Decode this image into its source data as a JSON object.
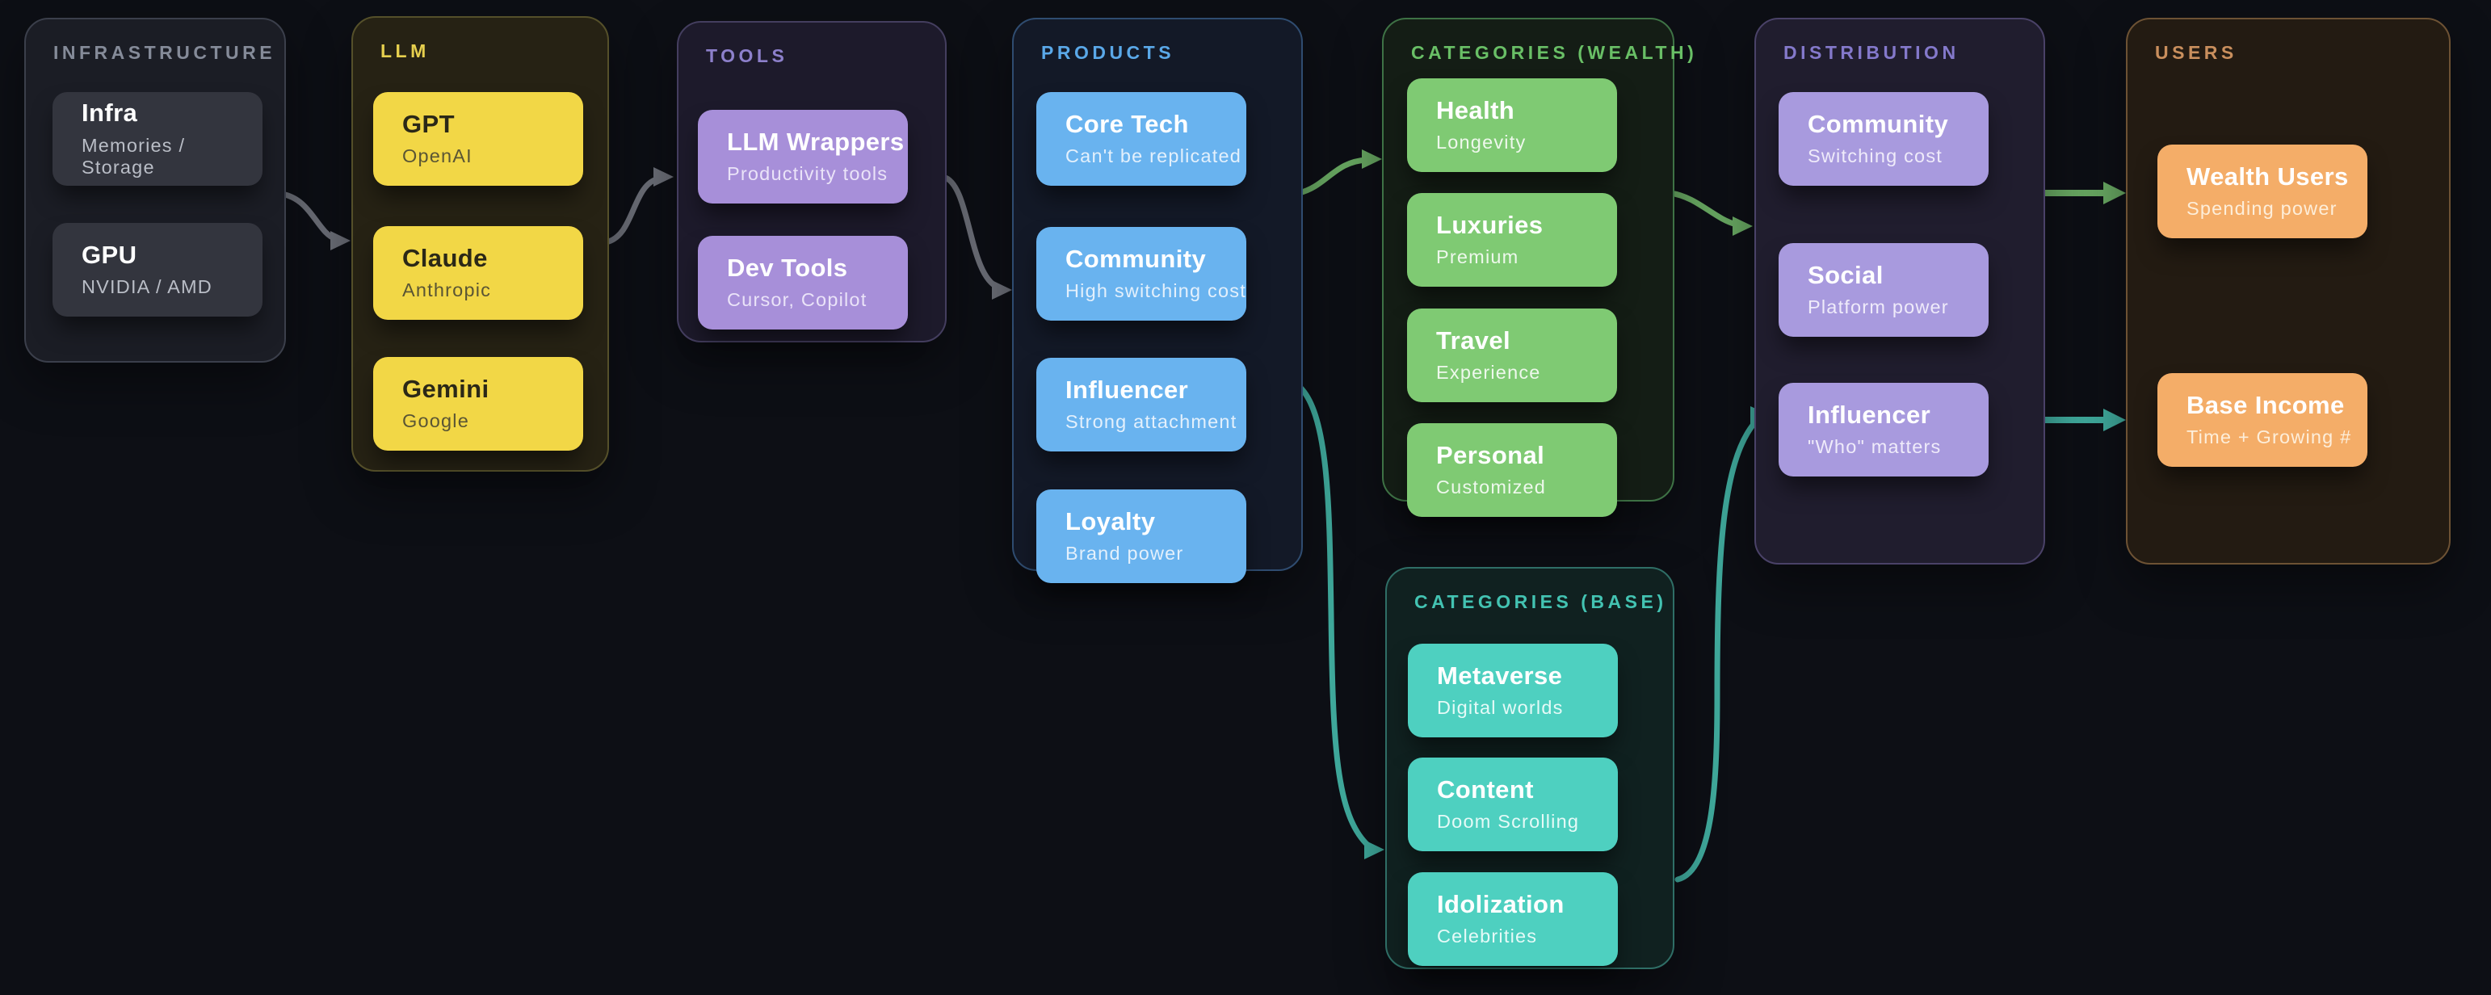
{
  "canvas": {
    "background": "#0d0f15"
  },
  "columns": [
    {
      "id": "infrastructure",
      "header": "INFRASTRUCTURE",
      "accent": "#858b99",
      "card_bg": "#33353e",
      "cards": [
        {
          "title": "Infra",
          "subtitle": "Memories / Storage"
        },
        {
          "title": "GPU",
          "subtitle": "NVIDIA / AMD"
        }
      ]
    },
    {
      "id": "llm",
      "header": "LLM",
      "accent": "#e6cf4e",
      "card_bg": "#f2d746",
      "cards": [
        {
          "title": "GPT",
          "subtitle": "OpenAI"
        },
        {
          "title": "Claude",
          "subtitle": "Anthropic"
        },
        {
          "title": "Gemini",
          "subtitle": "Google"
        }
      ]
    },
    {
      "id": "tools",
      "header": "TOOLS",
      "accent": "#8d80cb",
      "card_bg": "#a78fd9",
      "cards": [
        {
          "title": "LLM Wrappers",
          "subtitle": "Productivity tools"
        },
        {
          "title": "Dev Tools",
          "subtitle": "Cursor, Copilot"
        }
      ]
    },
    {
      "id": "products",
      "header": "PRODUCTS",
      "accent": "#5aa8e8",
      "card_bg": "#69b3ef",
      "cards": [
        {
          "title": "Core Tech",
          "subtitle": "Can't be replicated"
        },
        {
          "title": "Community",
          "subtitle": "High switching cost"
        },
        {
          "title": "Influencer",
          "subtitle": "Strong attachment"
        },
        {
          "title": "Loyalty",
          "subtitle": "Brand power"
        }
      ]
    },
    {
      "id": "categories-wealth",
      "header": "CATEGORIES (WEALTH)",
      "accent": "#69bf66",
      "card_bg": "#7fca73",
      "cards": [
        {
          "title": "Health",
          "subtitle": "Longevity"
        },
        {
          "title": "Luxuries",
          "subtitle": "Premium"
        },
        {
          "title": "Travel",
          "subtitle": "Experience"
        },
        {
          "title": "Personal",
          "subtitle": "Customized"
        }
      ]
    },
    {
      "id": "categories-base",
      "header": "CATEGORIES (BASE)",
      "accent": "#43c3b2",
      "card_bg": "#4ed0c0",
      "cards": [
        {
          "title": "Metaverse",
          "subtitle": "Digital worlds"
        },
        {
          "title": "Content",
          "subtitle": "Doom Scrolling"
        },
        {
          "title": "Idolization",
          "subtitle": "Celebrities"
        }
      ]
    },
    {
      "id": "distribution",
      "header": "DISTRIBUTION",
      "accent": "#8479cb",
      "card_bg": "#a89ade",
      "cards": [
        {
          "title": "Community",
          "subtitle": "Switching cost"
        },
        {
          "title": "Social",
          "subtitle": "Platform power"
        },
        {
          "title": "Influencer",
          "subtitle": "\"Who\" matters"
        }
      ]
    },
    {
      "id": "users",
      "header": "USERS",
      "accent": "#c98f5d",
      "card_bg": "#f4ad68",
      "cards": [
        {
          "title": "Wealth Users",
          "subtitle": "Spending power"
        },
        {
          "title": "Base Income",
          "subtitle": "Time + Growing #"
        }
      ]
    }
  ],
  "edges": [
    {
      "from": "infrastructure",
      "to": "llm",
      "color": "#6b6e77"
    },
    {
      "from": "llm",
      "to": "tools",
      "color": "#6b6e77"
    },
    {
      "from": "tools",
      "to": "products",
      "color": "#6b6e77"
    },
    {
      "from": "products",
      "to": "categories-wealth",
      "color": "#67a661"
    },
    {
      "from": "products",
      "to": "categories-base",
      "color": "#3fa89b"
    },
    {
      "from": "categories-wealth",
      "to": "distribution",
      "color": "#67a661"
    },
    {
      "from": "categories-base",
      "to": "distribution",
      "color": "#3fa89b"
    },
    {
      "from": "distribution",
      "to": "users-wealth-users",
      "color": "#67a661"
    },
    {
      "from": "distribution",
      "to": "users-base-income",
      "color": "#3fa89b"
    }
  ]
}
